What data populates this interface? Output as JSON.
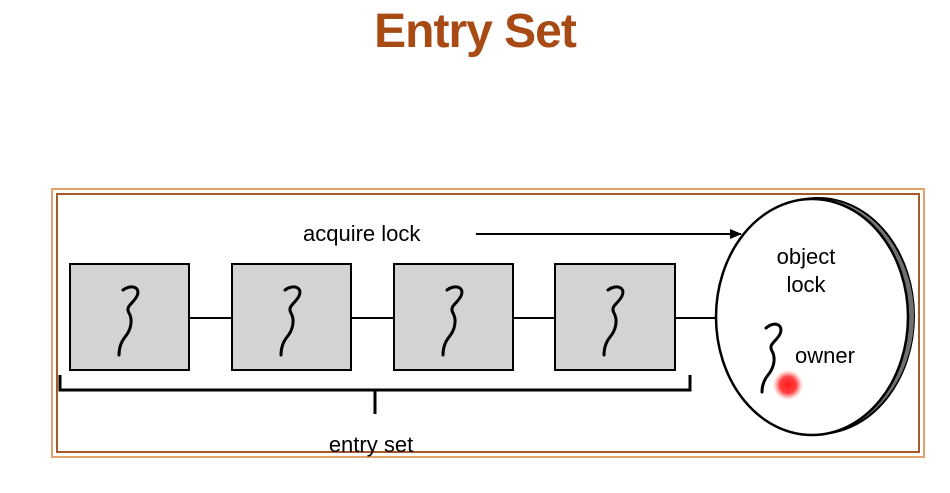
{
  "title": "Entry Set",
  "diagram": {
    "arrow_label": "acquire lock",
    "lock_label_line1": "object",
    "lock_label_line2": "lock",
    "owner_label": "owner",
    "bracket_label": "entry set",
    "thread_box_count": 4,
    "colors": {
      "title": "#a84a14",
      "frame_outer": "#e2a36b",
      "frame_inner": "#a35a28",
      "box_fill": "#d3d3d3",
      "owner_dot": "#ff1a1a"
    }
  }
}
